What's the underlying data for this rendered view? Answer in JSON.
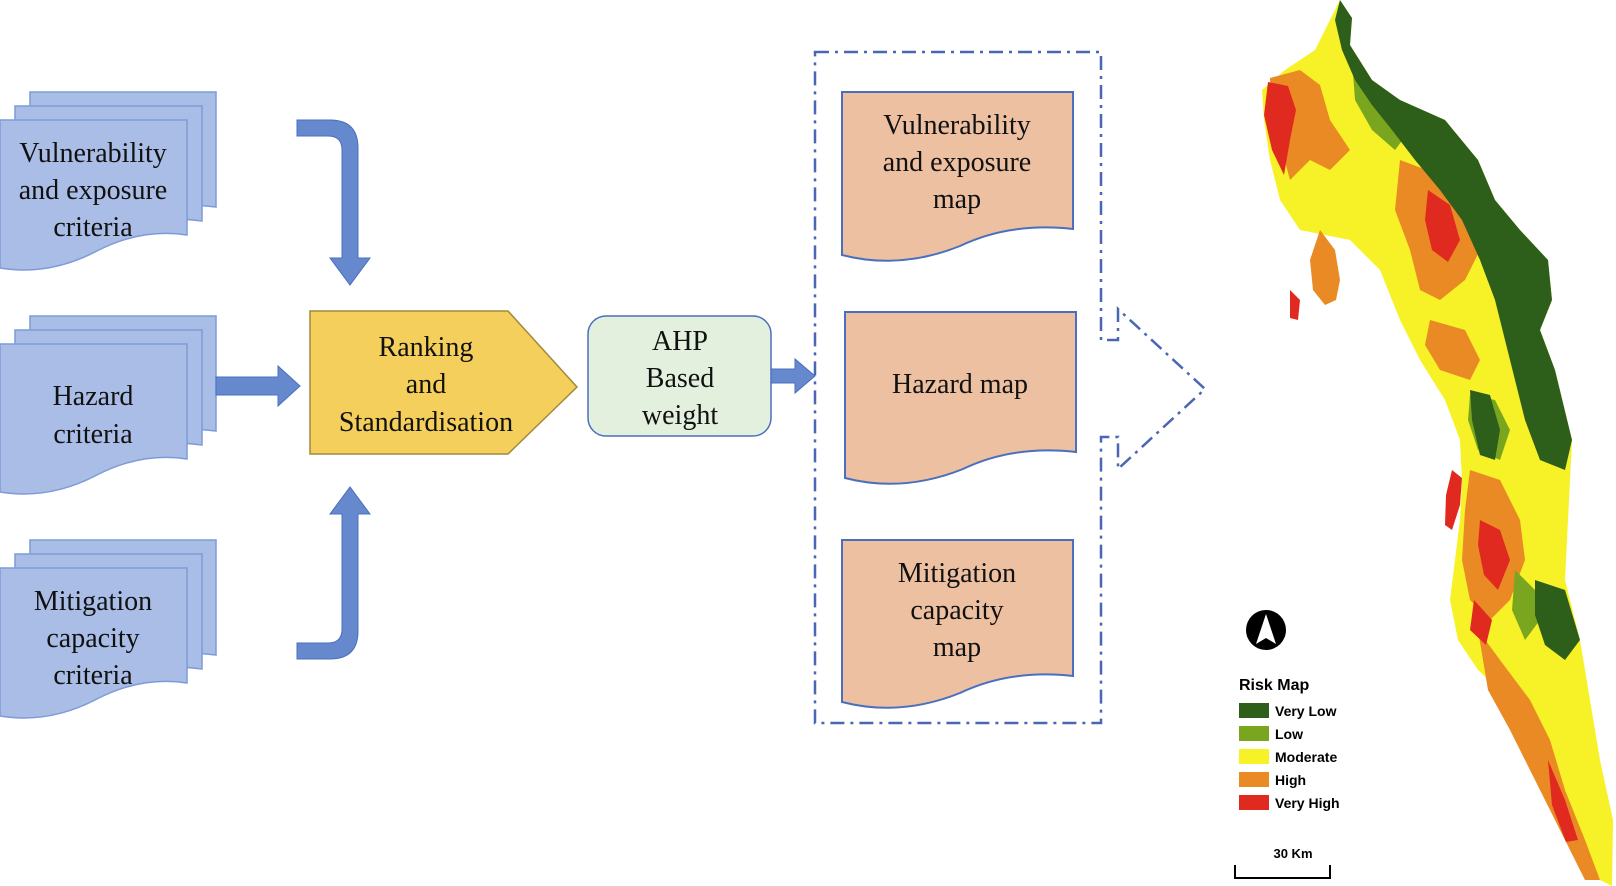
{
  "criteria": [
    {
      "lines": [
        "Vulnerability",
        "and exposure",
        "criteria"
      ]
    },
    {
      "lines": [
        "Hazard",
        "criteria"
      ]
    },
    {
      "lines": [
        "Mitigation",
        "capacity",
        "criteria"
      ]
    }
  ],
  "ranking": {
    "lines": [
      "Ranking",
      "and",
      "Standardisation"
    ]
  },
  "ahp": {
    "lines": [
      "AHP",
      "Based",
      "weight"
    ]
  },
  "maps": [
    {
      "lines": [
        "Vulnerability",
        "and exposure",
        "map"
      ]
    },
    {
      "lines": [
        "Hazard map"
      ]
    },
    {
      "lines": [
        "Mitigation",
        "capacity",
        "map"
      ]
    }
  ],
  "legend": {
    "title": "Risk Map",
    "items": [
      {
        "label": "Very Low",
        "color": "#2d5e1a"
      },
      {
        "label": "Low",
        "color": "#7aa61f"
      },
      {
        "label": "Moderate",
        "color": "#f6f227"
      },
      {
        "label": "High",
        "color": "#e98a24"
      },
      {
        "label": "Very High",
        "color": "#e02a1f"
      }
    ]
  },
  "scale_bar": {
    "label": "30 Km"
  },
  "colors": {
    "criteria_fill": "#a9bde6",
    "criteria_stroke": "#7d9bd6",
    "arrow": "#6688cc",
    "ranking_fill": "#f4cf5b",
    "ahp_fill": "#e3f0de",
    "map_fill": "#edc0a1",
    "dash": "#4a66b4"
  }
}
